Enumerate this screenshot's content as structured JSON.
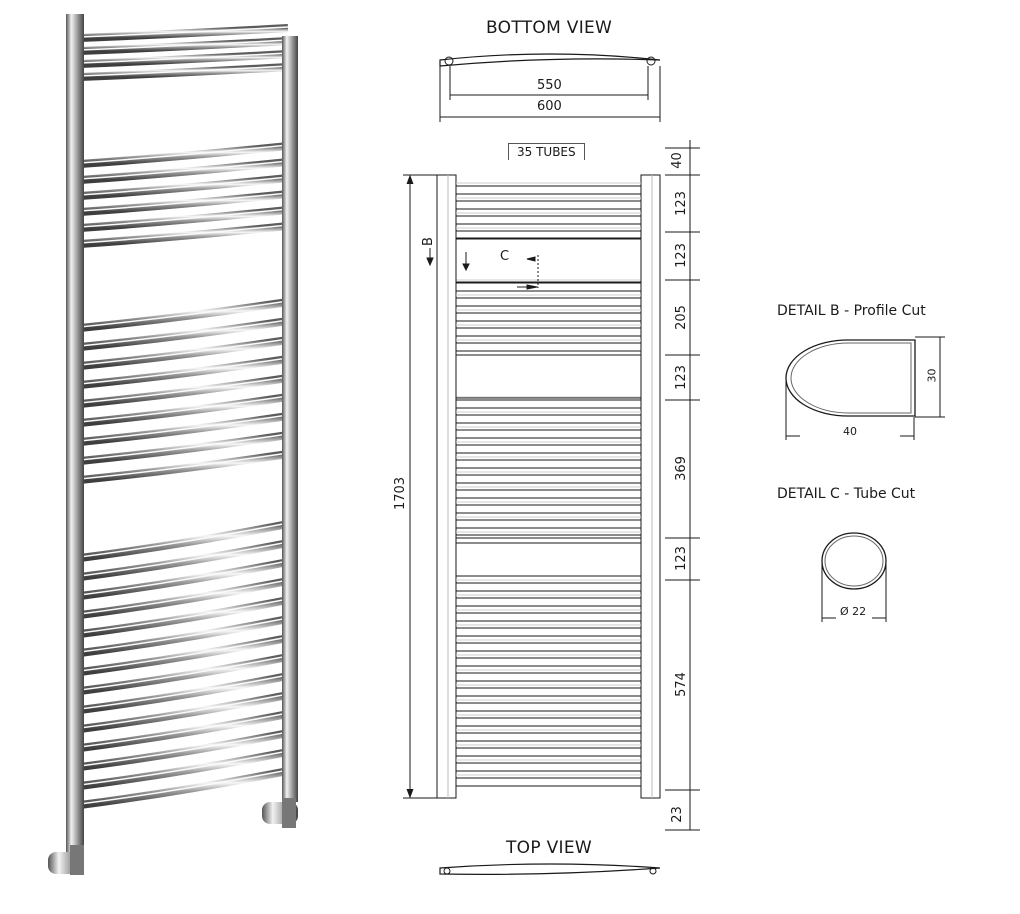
{
  "bottom_view": {
    "title": "BOTTOM VIEW",
    "inner_width": "550",
    "outer_width": "600"
  },
  "top_view": {
    "title": "TOP VIEW"
  },
  "front_view": {
    "tube_count_label": "35 TUBES",
    "total_height": "1703",
    "section_b_label": "B",
    "section_c_label": "C",
    "right_dimensions": [
      "40",
      "123",
      "123",
      "205",
      "123",
      "369",
      "123",
      "574",
      "23"
    ]
  },
  "detail_b": {
    "title": "DETAIL B - Profile Cut",
    "height": "30",
    "width": "40"
  },
  "detail_c": {
    "title": "DETAIL C - Tube Cut",
    "diameter": "Ø 22"
  },
  "colors": {
    "line": "#1a1a1a",
    "chrome_light": "#f4f4f4",
    "chrome_dark": "#6d6d6d"
  }
}
